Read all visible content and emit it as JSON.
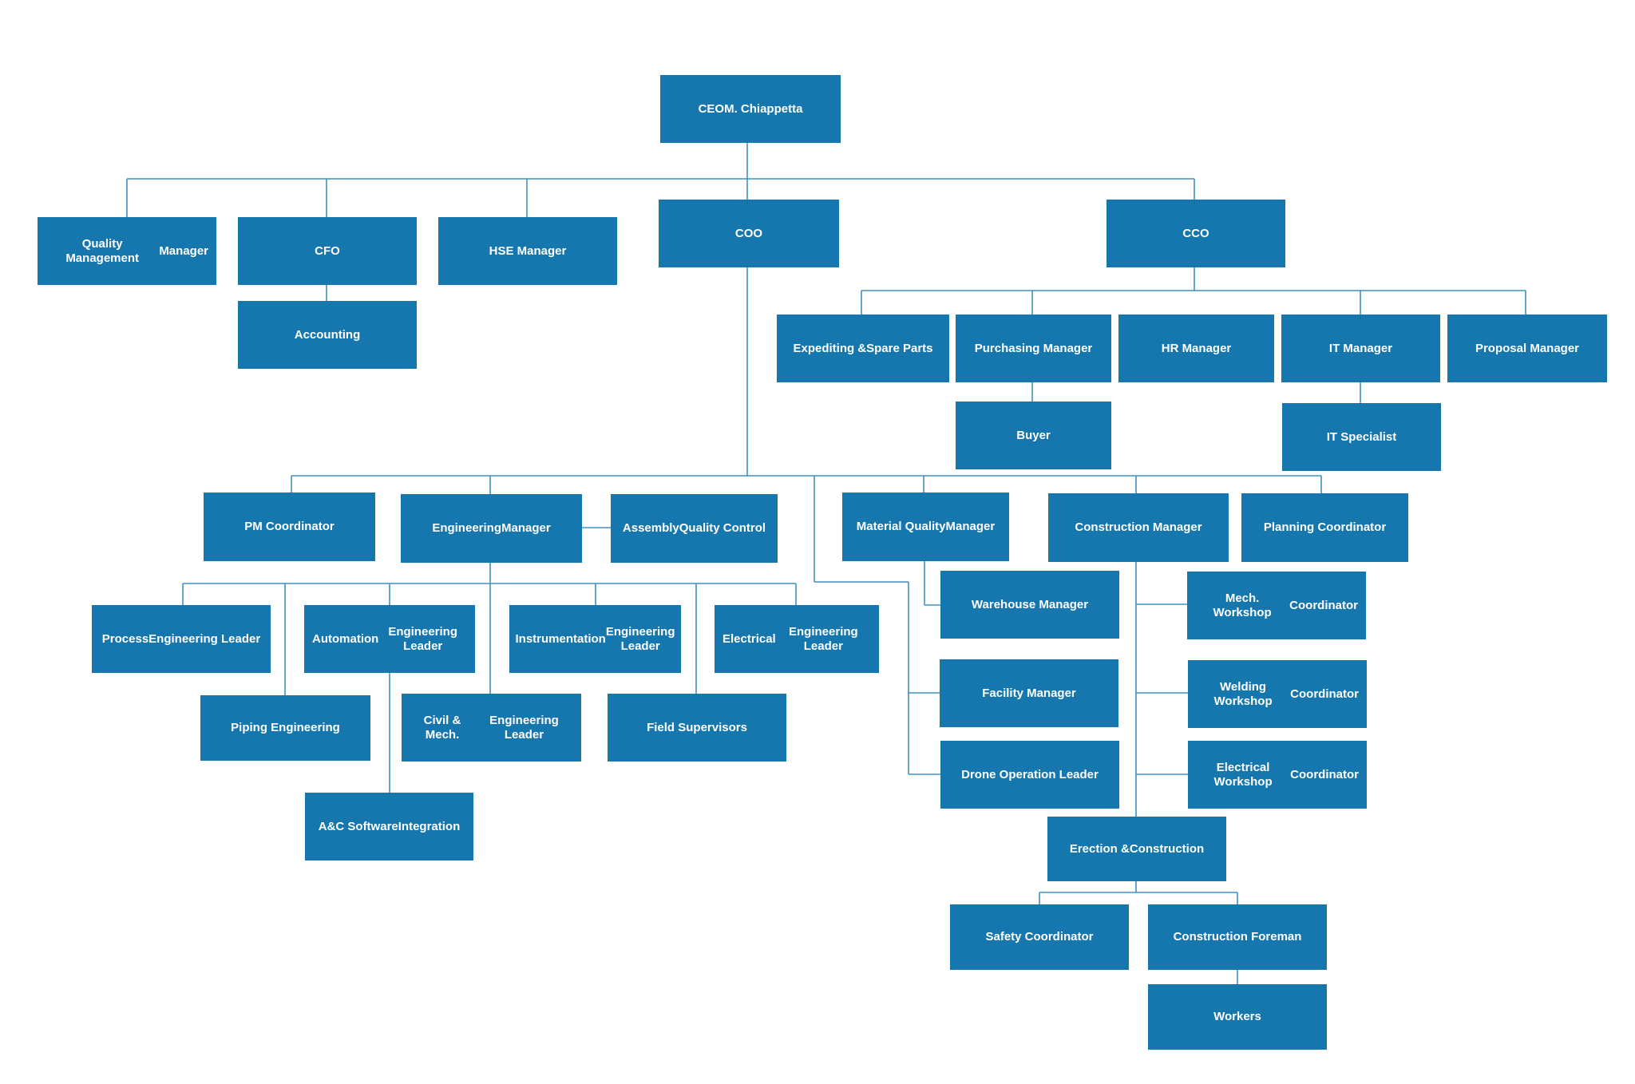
{
  "colors": {
    "box": "#1677ae",
    "line": "#3f90c2"
  },
  "nodes": {
    "ceo": {
      "lines": [
        "CEO",
        "M. Chiappetta"
      ]
    },
    "qmm": {
      "lines": [
        "Quality Management",
        "Manager"
      ]
    },
    "cfo": {
      "lines": [
        "CFO"
      ]
    },
    "hse": {
      "lines": [
        "HSE Manager"
      ]
    },
    "coo": {
      "lines": [
        "COO"
      ]
    },
    "cco": {
      "lines": [
        "CCO"
      ]
    },
    "accounting": {
      "lines": [
        "Accounting"
      ]
    },
    "expediting": {
      "lines": [
        "Expediting &",
        "Spare Parts"
      ]
    },
    "purchasing": {
      "lines": [
        "Purchasing Manager"
      ]
    },
    "hr": {
      "lines": [
        "HR Manager"
      ]
    },
    "it": {
      "lines": [
        "IT Manager"
      ]
    },
    "proposal": {
      "lines": [
        "Proposal Manager"
      ]
    },
    "buyer": {
      "lines": [
        "Buyer"
      ]
    },
    "itspec": {
      "lines": [
        "IT Specialist"
      ]
    },
    "pm": {
      "lines": [
        "PM Coordinator"
      ]
    },
    "eng": {
      "lines": [
        "Engineering",
        "Manager"
      ]
    },
    "assembly": {
      "lines": [
        "Assembly",
        "Quality Control"
      ]
    },
    "matq": {
      "lines": [
        "Material Quality",
        "Manager"
      ]
    },
    "constr": {
      "lines": [
        "Construction Manager"
      ]
    },
    "planning": {
      "lines": [
        "Planning Coordinator"
      ]
    },
    "process": {
      "lines": [
        "Process",
        "Engineering Leader"
      ]
    },
    "automation": {
      "lines": [
        "Automation",
        "Engineering Leader"
      ]
    },
    "instrumentation": {
      "lines": [
        "Instrumentation",
        "Engineering Leader"
      ]
    },
    "electrical": {
      "lines": [
        "Electrical",
        "Engineering Leader"
      ]
    },
    "piping": {
      "lines": [
        "Piping Engineering"
      ]
    },
    "civil": {
      "lines": [
        "Civil & Mech.",
        "Engineering Leader"
      ]
    },
    "field": {
      "lines": [
        "Field Supervisors"
      ]
    },
    "acsw": {
      "lines": [
        "A&C Software",
        "Integration"
      ]
    },
    "warehouse": {
      "lines": [
        "Warehouse Manager"
      ]
    },
    "facility": {
      "lines": [
        "Facility Manager"
      ]
    },
    "drone": {
      "lines": [
        "Drone Operation Leader"
      ]
    },
    "mechws": {
      "lines": [
        "Mech. Workshop",
        "Coordinator"
      ]
    },
    "weldws": {
      "lines": [
        "Welding Workshop",
        "Coordinator"
      ]
    },
    "elecws": {
      "lines": [
        "Electrical Workshop",
        "Coordinator"
      ]
    },
    "erection": {
      "lines": [
        "Erection &",
        "Construction"
      ]
    },
    "safety": {
      "lines": [
        "Safety Coordinator"
      ]
    },
    "foreman": {
      "lines": [
        "Construction Foreman"
      ]
    },
    "workers": {
      "lines": [
        "Workers"
      ]
    }
  }
}
